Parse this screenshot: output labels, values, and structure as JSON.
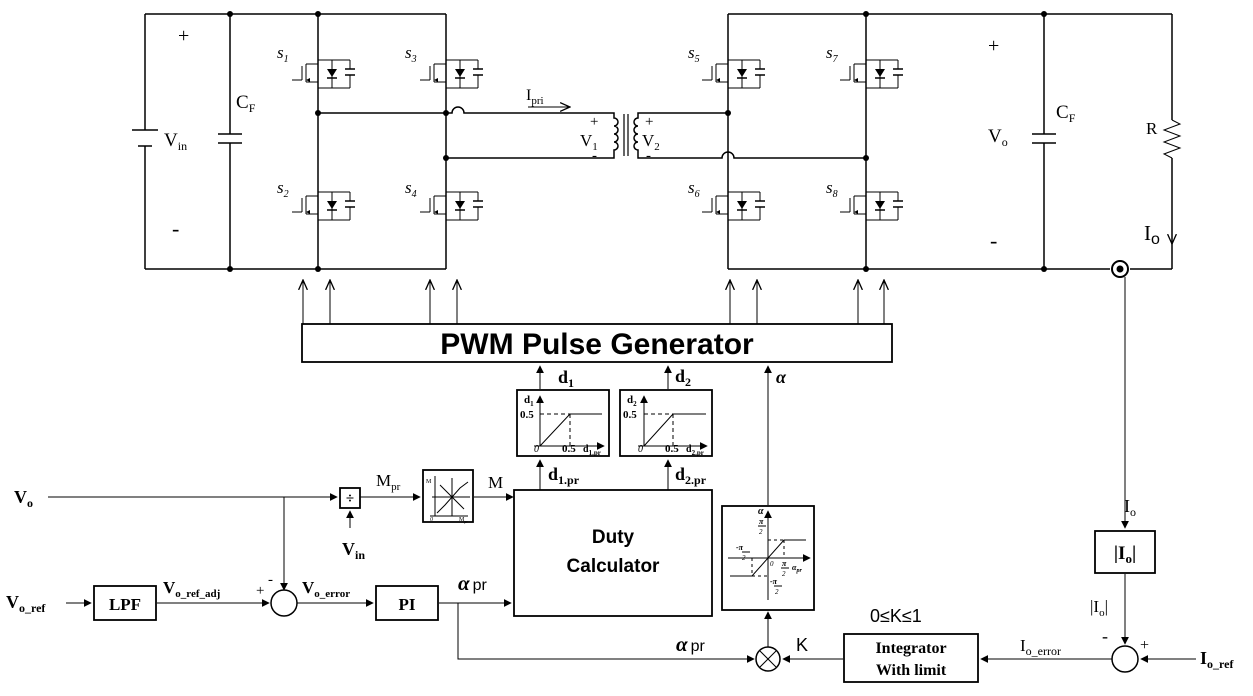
{
  "power_stage": {
    "vin_plus": "+",
    "vin_minus": "-",
    "vin_label": "V",
    "vin_sub": "in",
    "cf_label": "C",
    "cf_sub": "F",
    "vo_plus": "+",
    "vo_minus": "-",
    "vo_label": "V",
    "vo_sub": "o",
    "r_label": "R",
    "io_label": "I",
    "io_sub": "o",
    "ipri_label": "I",
    "ipri_sub": "pri",
    "v1_label": "V",
    "v1_sub": "1",
    "v2_label": "V",
    "v2_sub": "2",
    "tr_plus": "+",
    "tr_minus": "-",
    "switches": [
      {
        "name": "s",
        "sub": "1"
      },
      {
        "name": "s",
        "sub": "2"
      },
      {
        "name": "s",
        "sub": "3"
      },
      {
        "name": "s",
        "sub": "4"
      },
      {
        "name": "s",
        "sub": "5"
      },
      {
        "name": "s",
        "sub": "6"
      },
      {
        "name": "s",
        "sub": "7"
      },
      {
        "name": "s",
        "sub": "8"
      }
    ]
  },
  "pwm": {
    "title": "PWM Pulse Generator"
  },
  "signals": {
    "d1": "d",
    "d1_sub": "1",
    "d2": "d",
    "d2_sub": "2",
    "alpha": "α",
    "d1pr": "d",
    "d1pr_sub": "1.pr",
    "d2pr": "d",
    "d2pr_sub": "2.pr",
    "mpr": "M",
    "mpr_sub": "pr",
    "m": "M",
    "vo_in": "V",
    "vo_in_sub": "o",
    "vin_in": "V",
    "vin_in_sub": "in",
    "vo_ref": "V",
    "vo_ref_sub": "o_ref",
    "vo_ref_adj": "V",
    "vo_ref_adj_sub": "o_ref_adj",
    "vo_error": "V",
    "vo_error_sub": "o_error",
    "alpha_pr": "α",
    "alpha_pr_sub": "pr",
    "alpha_pr2": "α",
    "alpha_pr2_sub": "pr",
    "k": "K",
    "k_limit": "0≤K≤1",
    "io_fb": "I",
    "io_fb_sub": "o",
    "abs_io_out": "|I",
    "abs_io_out_sub": "o",
    "abs_io_out_end": "|",
    "io_error": "I",
    "io_error_sub": "o_error",
    "io_ref": "I",
    "io_ref_sub": "o_ref",
    "plus": "+",
    "minus": "-"
  },
  "blocks": {
    "lpf": "LPF",
    "pi": "PI",
    "duty_line1": "Duty",
    "duty_line2": "Calculator",
    "integrator_line1": "Integrator",
    "integrator_line2": "With limit",
    "abs_label": "|I",
    "abs_label_sub": "o",
    "abs_label_end": "|",
    "divider_symbol": "÷"
  },
  "mini_plots": {
    "d1": {
      "ylabel": "d",
      "ysub": "1",
      "ytick": "0.5",
      "xtick": "0.5",
      "origin": "0",
      "xlabel": "d",
      "xsub": "1.pr"
    },
    "d2": {
      "ylabel": "d",
      "ysub": "2",
      "ytick": "0.5",
      "xtick": "0.5",
      "origin": "0",
      "xlabel": "d",
      "xsub": "2.pr"
    },
    "m": {
      "ylabel": "M",
      "xlabel": "M",
      "xsub": "pr",
      "origin": "0"
    },
    "alpha": {
      "ylabel": "α",
      "ytop": "π",
      "ytop_den": "2",
      "xlabel": "α",
      "xsub": "pr",
      "origin": "0",
      "xright": "π",
      "xright_den": "2",
      "neg": "-"
    }
  }
}
